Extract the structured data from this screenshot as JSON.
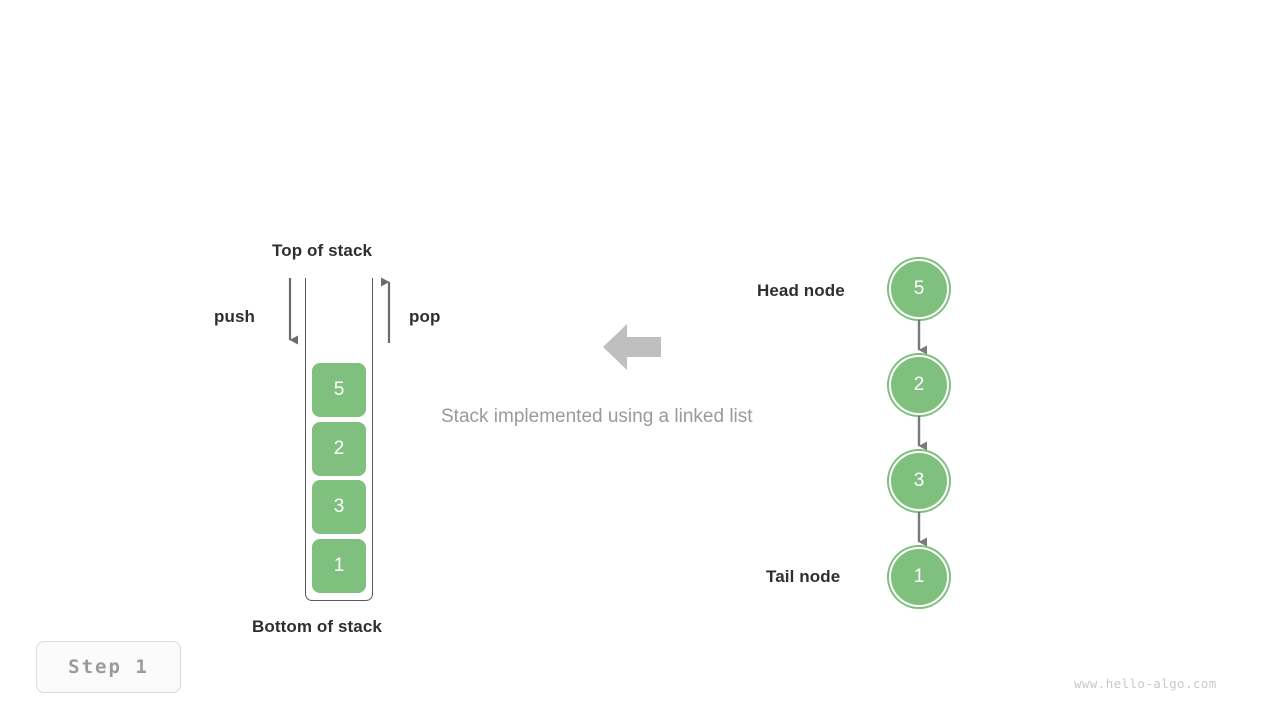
{
  "diagram": {
    "title_caption": "Stack implemented using a linked list",
    "step_badge": "Step  1",
    "watermark": "www.hello-algo.com",
    "colors": {
      "node_green": "#7fc07f",
      "arrow_gray": "#6b6b6b",
      "big_arrow_gray": "#bfbfbf",
      "caption_gray": "#9a9a9a",
      "label_dark": "#2f2f2f",
      "container_stroke": "#5a5a5a",
      "badge_border": "#dcdcdc",
      "badge_text": "#9b9b9b",
      "watermark_gray": "#c9c9c9",
      "background": "#ffffff"
    }
  },
  "stack": {
    "top_label": "Top of stack",
    "bottom_label": "Bottom of stack",
    "push_label": "push",
    "pop_label": "pop",
    "elements": [
      "5",
      "2",
      "3",
      "1"
    ]
  },
  "linked_list": {
    "head_label": "Head node",
    "tail_label": "Tail node",
    "nodes": [
      "5",
      "2",
      "3",
      "1"
    ]
  },
  "icons": {
    "push_arrow": "arrow-down-icon",
    "pop_arrow": "arrow-up-icon",
    "transform_arrow": "arrow-left-block-icon",
    "link_arrow": "arrow-down-icon"
  },
  "chart_data": {
    "type": "diagram",
    "title": "Stack implemented using a linked list",
    "stack_elements_top_to_bottom": [
      "5",
      "2",
      "3",
      "1"
    ],
    "linked_list_head_to_tail": [
      "5",
      "2",
      "3",
      "1"
    ],
    "operations": [
      "push",
      "pop"
    ],
    "step": "Step  1"
  }
}
